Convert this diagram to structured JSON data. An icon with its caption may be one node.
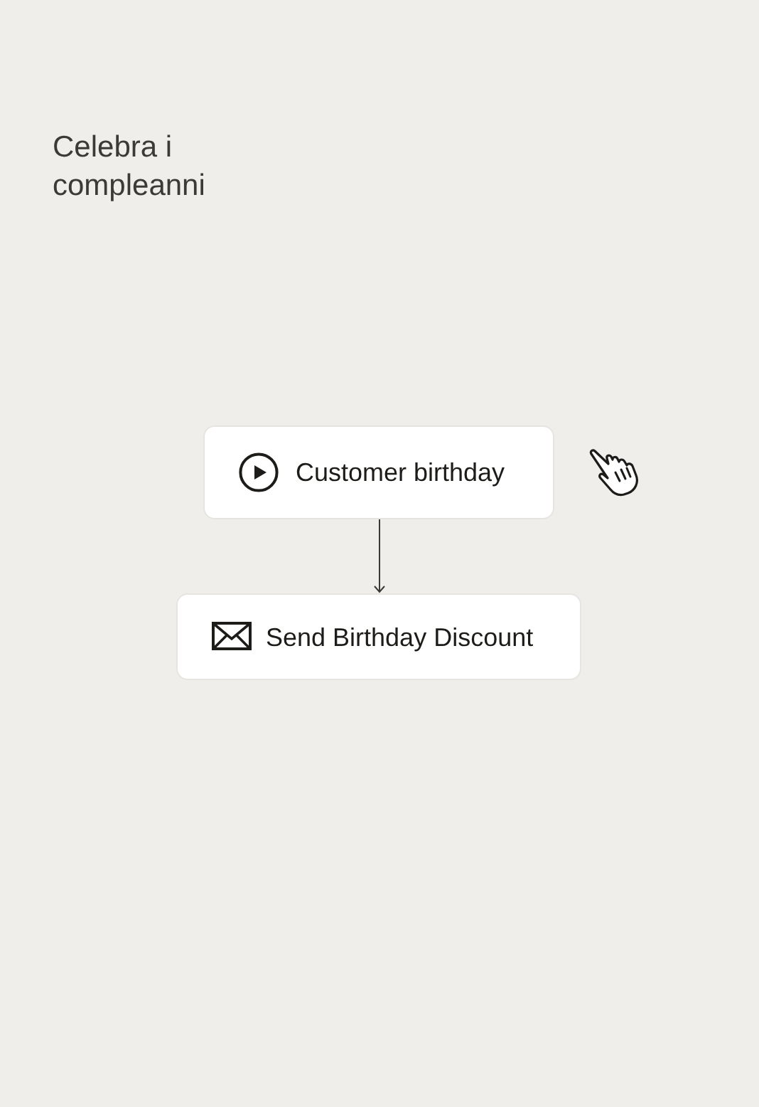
{
  "diagram": {
    "title": "Celebra i compleanni",
    "nodes": [
      {
        "text": [
          "Customer birthday"
        ]
      },
      {
        "text": [
          "Send Birthday Discount"
        ]
      }
    ],
    "edges": [
      {
        "from": 0,
        "to": 1,
        "arrow": "to"
      }
    ]
  }
}
